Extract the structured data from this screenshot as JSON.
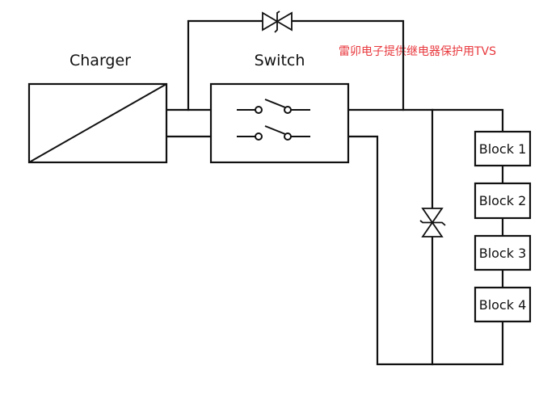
{
  "diagram": {
    "type": "circuit-block-diagram",
    "labels": {
      "charger": "Charger",
      "switch": "Switch"
    },
    "annotation": {
      "text": "雷卯电子提供继电器保护用TVS",
      "color": "#e8383d"
    },
    "blocks": [
      {
        "label": "Block 1"
      },
      {
        "label": "Block 2"
      },
      {
        "label": "Block 3"
      },
      {
        "label": "Block 4"
      }
    ],
    "components": [
      {
        "name": "charger",
        "symbol": "dc-dc-converter-box"
      },
      {
        "name": "switch",
        "symbol": "double-pole-switch"
      },
      {
        "name": "tvs-bypass",
        "symbol": "bidirectional-tvs-diode",
        "connects": [
          "charger-positive",
          "switch-output-positive"
        ]
      },
      {
        "name": "tvs-shunt",
        "symbol": "bidirectional-tvs-diode",
        "connects": [
          "positive-rail",
          "negative-rail"
        ]
      },
      {
        "name": "battery-stack",
        "symbol": "series-blocks",
        "count": 4
      }
    ],
    "line_color": "#111111"
  }
}
